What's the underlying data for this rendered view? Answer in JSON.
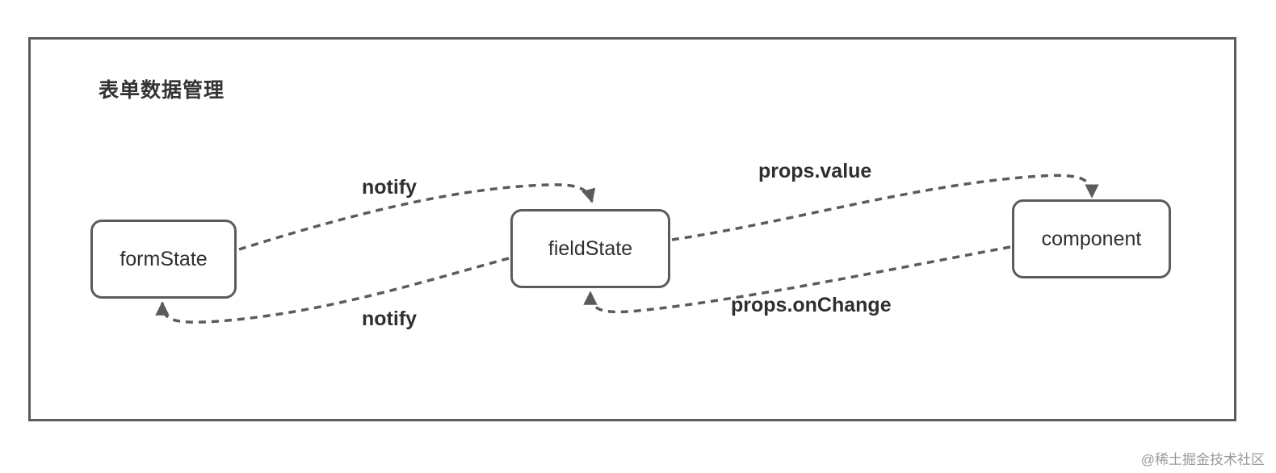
{
  "diagram": {
    "title": "表单数据管理",
    "nodes": {
      "form_state": "formState",
      "field_state": "fieldState",
      "component": "component"
    },
    "edges": {
      "form_to_field": "notify",
      "field_to_component": "props.value",
      "field_to_form": "notify",
      "component_to_field": "props.onChange"
    }
  },
  "watermark": "@稀土掘金技术社区",
  "colors": {
    "stroke": "#5b5b5b",
    "text": "#2f2f2f"
  }
}
